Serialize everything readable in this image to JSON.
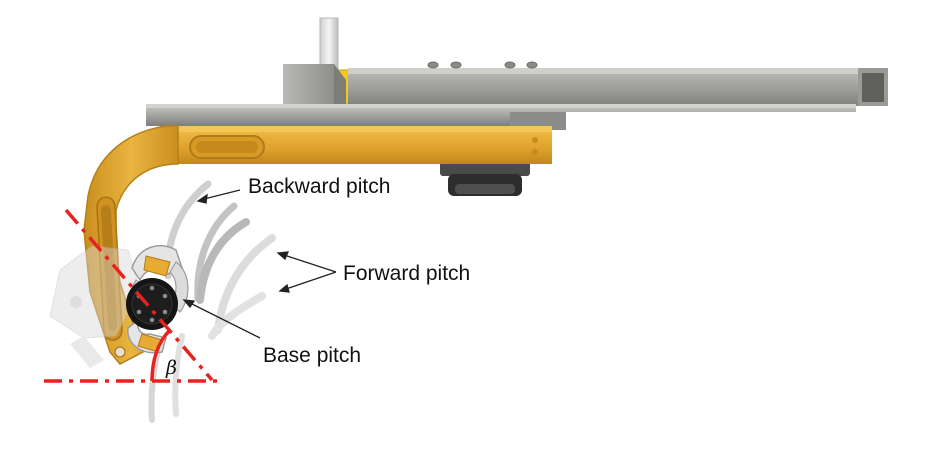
{
  "labels": {
    "backward_pitch": "Backward pitch",
    "forward_pitch": "Forward pitch",
    "base_pitch": "Base pitch",
    "angle": "β"
  },
  "colors": {
    "background": "#ffffff",
    "gold_bracket": "#e0a630",
    "gold_dark": "#b07c1a",
    "gray_plate": "#a8a8a4",
    "gray_dark": "#6e6e6a",
    "reference_line": "#e8231f",
    "hub": "#151515",
    "text": "#111111"
  }
}
